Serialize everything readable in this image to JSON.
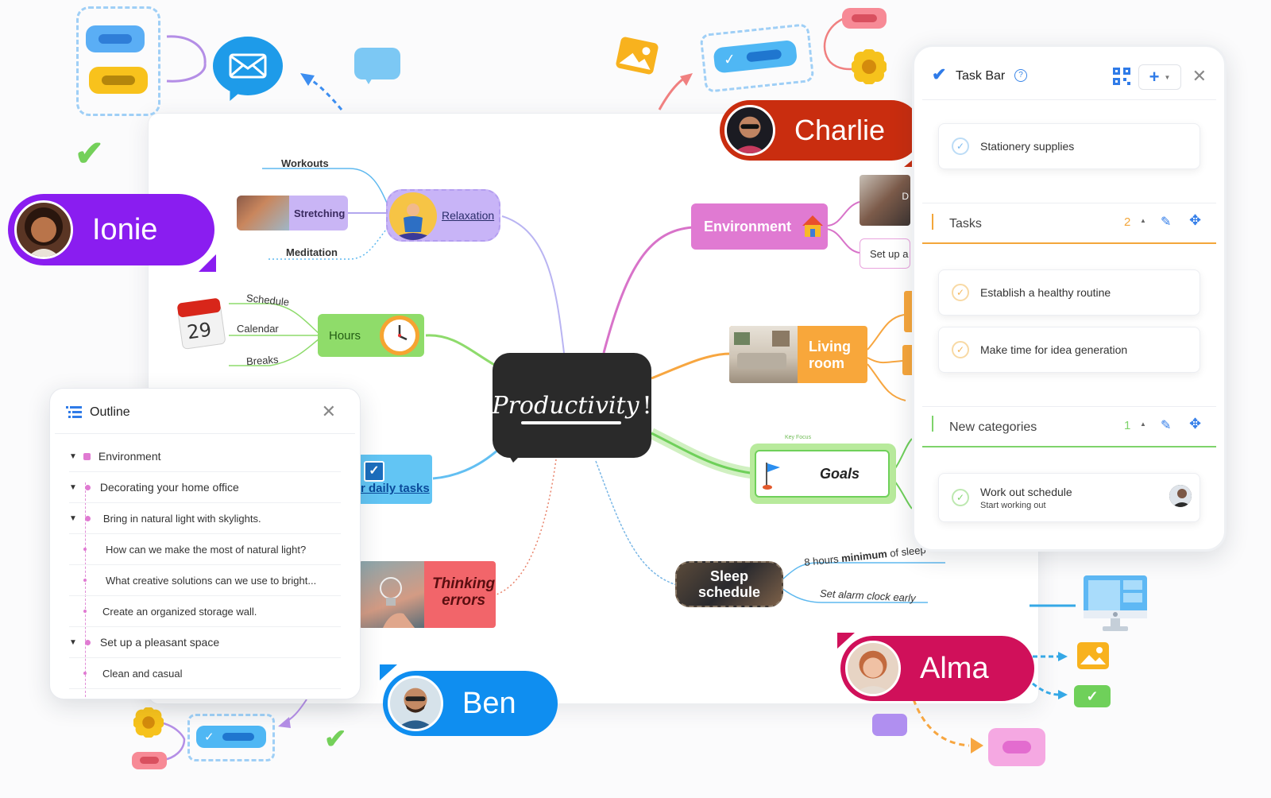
{
  "central": {
    "label": "Productivity",
    "mark": "!"
  },
  "branches": {
    "relaxation": {
      "label": "Relaxation",
      "subs": [
        "Workouts",
        "Stretching",
        "Meditation"
      ]
    },
    "hours": {
      "label": "Hours",
      "subs": [
        "Schedule",
        "Calendar",
        "Breaks"
      ],
      "calendar_day": "29"
    },
    "daily_tasks": {
      "label": "r daily tasks"
    },
    "thinking": {
      "label_line1": "Thinking",
      "label_line2": "errors"
    },
    "environment": {
      "label": "Environment",
      "sub": "Set up a",
      "thumb_letter": "D"
    },
    "living_room": {
      "label_line1": "Living",
      "label_line2": "room"
    },
    "goals": {
      "label": "Goals",
      "tag": "Key Focus"
    },
    "sleep": {
      "label_line1": "Sleep",
      "label_line2": "schedule",
      "sub1_pre": "8 hours ",
      "sub1_bold": "minimum",
      "sub1_post": " of sleep",
      "sub2": "Set alarm clock early"
    }
  },
  "users": {
    "ionie": {
      "name": "Ionie",
      "color": "#8a1df0"
    },
    "charlie": {
      "name": "Charlie",
      "color": "#c92d0f"
    },
    "ben": {
      "name": "Ben",
      "color": "#0f8ef0"
    },
    "alma": {
      "name": "Alma",
      "color": "#d0105a"
    }
  },
  "outline": {
    "title": "Outline",
    "rows": [
      "Environment",
      "Decorating your home office",
      "Bring in natural light with skylights.",
      "How can we make the most of natural light?",
      "What creative solutions can we use to bright...",
      "Create an organized storage wall.",
      "Set up a pleasant space",
      "Clean and casual"
    ]
  },
  "taskbar": {
    "title": "Task Bar",
    "top_task": "Stationery supplies",
    "sections": [
      {
        "name": "Tasks",
        "count": "2",
        "color": "#f3a63a"
      },
      {
        "name": "New categories",
        "count": "1",
        "color": "#7ed36b"
      }
    ],
    "tasks": [
      "Establish a healthy routine",
      "Make time for idea generation"
    ],
    "category_task": {
      "title": "Work out schedule",
      "subtitle": "Start working out"
    }
  }
}
